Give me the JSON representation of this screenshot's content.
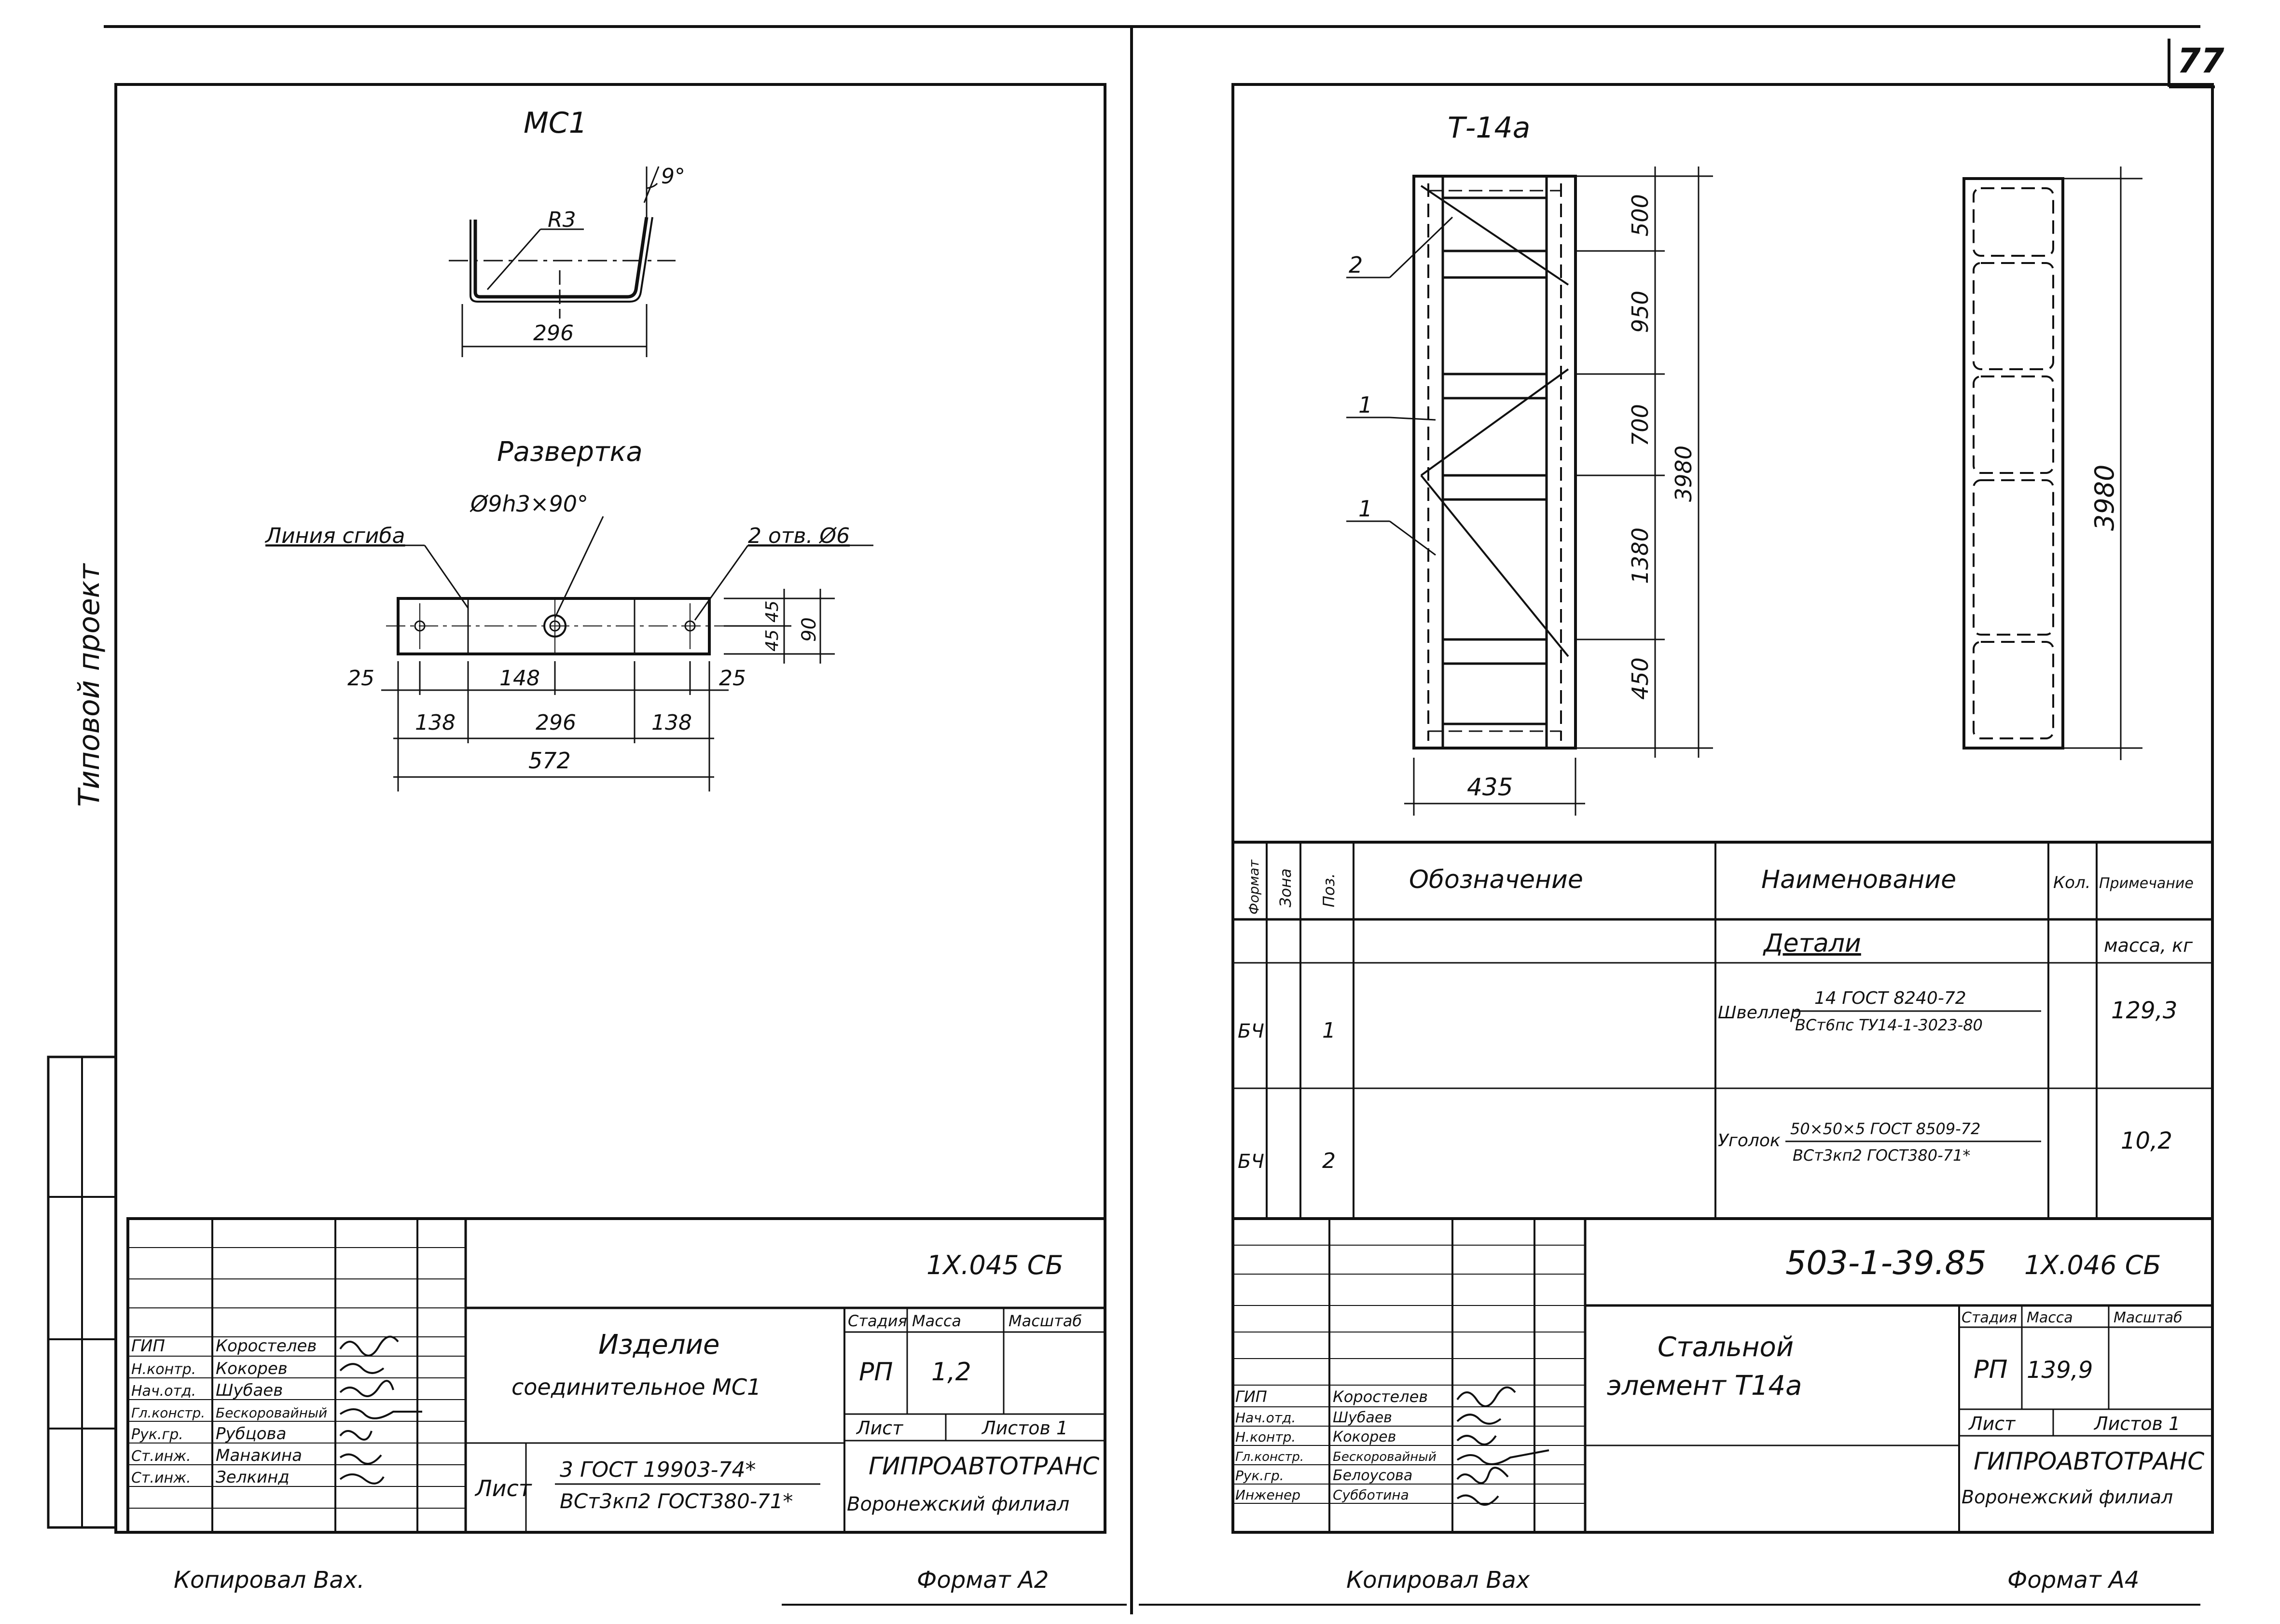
{
  "page_number": "77",
  "left_sheet": {
    "vertical_side_text": "Типовой проект",
    "part_title": "МС1",
    "bend_angle": "9°",
    "radius": "R3",
    "width_dim": "296",
    "development_title": "Развертка",
    "hole_note": "Ø9h3×90°",
    "bend_line_label": "Линия сгиба",
    "holes_label": "2 отв. Ø6",
    "dims": {
      "d25_left": "25",
      "d148": "148",
      "d25_right": "25",
      "d138_left": "138",
      "d296": "296",
      "d138_right": "138",
      "d572": "572",
      "d45a": "45",
      "d45b": "45",
      "d90": "90"
    },
    "title_block": {
      "doc_code": "1Х.045 СБ",
      "staff": [
        {
          "role": "ГИП",
          "name": "Коростелев"
        },
        {
          "role": "Н.контр.",
          "name": "Кокорев"
        },
        {
          "role": "Нач.отд.",
          "name": "Шубаев"
        },
        {
          "role": "Гл.констр.",
          "name": "Бескоровайный"
        },
        {
          "role": "Рук.гр.",
          "name": "Рубцова"
        },
        {
          "role": "Ст.инж.",
          "name": "Манакина"
        },
        {
          "role": "Ст.инж.",
          "name": "Зелкинд"
        }
      ],
      "title_line1": "Изделие",
      "title_line2": "соединительное МС1",
      "sheet_label": "Лист",
      "material_top": "3 ГОСТ 19903-74*",
      "material_bottom": "ВСт3кп2 ГОСТ380-71*",
      "stage_header": "Стадия",
      "mass_header": "Масса",
      "scale_header": "Масштаб",
      "stage": "РП",
      "mass": "1,2",
      "sheet_cell": "Лист",
      "sheets_cell": "Листов 1",
      "org_name": "ГИПРОАВТОТРАНС",
      "org_branch": "Воронежский филиал"
    },
    "copied_by": "Копировал Вах.",
    "format": "Формат А2"
  },
  "right_sheet": {
    "element_label": "Т-14а",
    "pos_labels": [
      "2",
      "1",
      "1"
    ],
    "vertical_dims": [
      "500",
      "950",
      "700",
      "1380",
      "450"
    ],
    "total_height": "3980",
    "width_dim": "435",
    "side_height": "3980",
    "spec_headers": {
      "format": "Формат",
      "zone": "Зона",
      "pos": "Поз.",
      "designation": "Обозначение",
      "name": "Наименование",
      "qty": "Кол.",
      "note": "Примечание"
    },
    "section_title": "Детали",
    "mass_unit": "масса, кг",
    "rows": [
      {
        "format": "БЧ",
        "pos": "1",
        "name_prefix": "Швеллер",
        "name_top": "14 ГОСТ 8240-72",
        "name_bottom": "ВСт6пс ТУ14-1-3023-80",
        "mass": "129,3"
      },
      {
        "format": "БЧ",
        "pos": "2",
        "name_prefix": "Уголок",
        "name_top": "50×50×5 ГОСТ 8509-72",
        "name_bottom": "ВСт3кп2 ГОСТ380-71*",
        "mass": "10,2"
      }
    ],
    "title_block": {
      "project_code": "503-1-39.85",
      "doc_code": "1Х.046 СБ",
      "staff": [
        {
          "role": "ГИП",
          "name": "Коростелев"
        },
        {
          "role": "Нач.отд.",
          "name": "Шубаев"
        },
        {
          "role": "Н.контр.",
          "name": "Кокорев"
        },
        {
          "role": "Гл.констр.",
          "name": "Бескоровайный"
        },
        {
          "role": "Рук.гр.",
          "name": "Белоусова"
        },
        {
          "role": "Инженер",
          "name": "Субботина"
        }
      ],
      "title_line1": "Стальной",
      "title_line2": "элемент Т14а",
      "stage_header": "Стадия",
      "mass_header": "Масса",
      "scale_header": "Масштаб",
      "stage": "РП",
      "mass": "139,9",
      "sheet_cell": "Лист",
      "sheets_cell": "Листов 1",
      "org_name": "ГИПРОАВТОТРАНС",
      "org_branch": "Воронежский филиал"
    },
    "copied_by": "Копировал Вах",
    "format": "Формат А4"
  }
}
